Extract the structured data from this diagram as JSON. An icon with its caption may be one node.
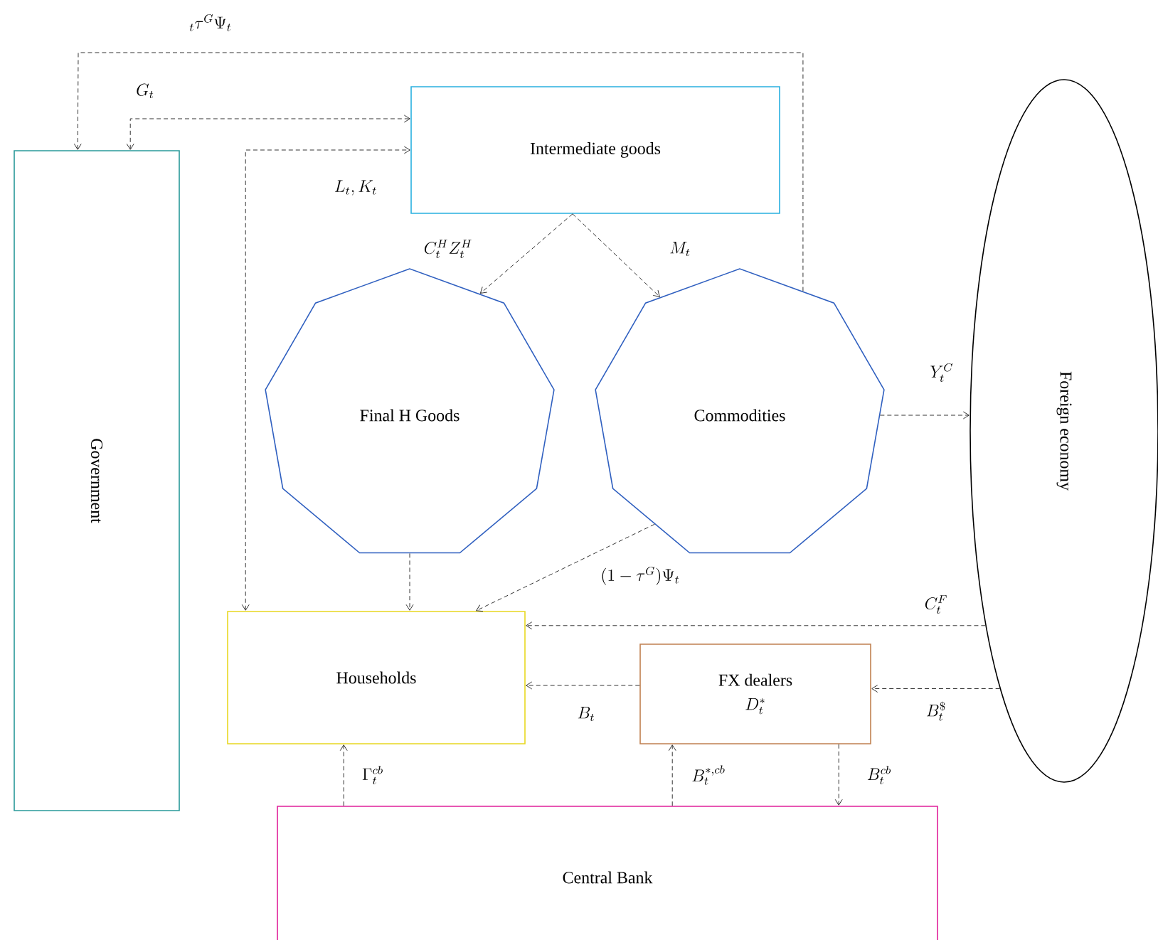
{
  "diagram": {
    "nodes": [
      {
        "text": [
          "Government"
        ]
      },
      {
        "text": [
          "Intermediate goods"
        ]
      },
      {
        "text": [
          "Final H Goods"
        ]
      },
      {
        "text": [
          "Commodities"
        ]
      },
      {
        "text": [
          "Foreign economy"
        ]
      },
      {
        "text": [
          "Households"
        ]
      },
      {
        "text": [
          "FX dealers",
          "D_t^*"
        ]
      },
      {
        "text": [
          "Central Bank"
        ]
      }
    ],
    "edges": [
      {
        "from": 3,
        "to": 0,
        "arrow": "to",
        "style": "dashed",
        "label": "{}_t\\tau^{G}\\Psi_t"
      },
      {
        "from": 0,
        "to": 1,
        "arrow": "both",
        "style": "dashed",
        "label": "G_t"
      },
      {
        "from": 5,
        "to": 1,
        "arrow": "both",
        "style": "dashed",
        "label": "L_t, K_t"
      },
      {
        "from": 1,
        "to": 2,
        "arrow": "to",
        "style": "dashed",
        "label": "C_t^H Z_t^H"
      },
      {
        "from": 1,
        "to": 3,
        "arrow": "to",
        "style": "dashed",
        "label": "M_t"
      },
      {
        "from": 3,
        "to": 4,
        "arrow": "to",
        "style": "dashed",
        "label": "Y_t^C"
      },
      {
        "from": 2,
        "to": 5,
        "arrow": "to",
        "style": "dashed"
      },
      {
        "from": 3,
        "to": 5,
        "arrow": "to",
        "style": "dashed",
        "label": "(1-\\tau^{G})\\Psi_t"
      },
      {
        "from": 4,
        "to": 5,
        "arrow": "to",
        "style": "dashed",
        "label": "C_t^F"
      },
      {
        "from": 6,
        "to": 5,
        "arrow": "to",
        "style": "dashed",
        "label": "B_t"
      },
      {
        "from": 4,
        "to": 6,
        "arrow": "to",
        "style": "dashed",
        "label": "B_t^{\\$}"
      },
      {
        "from": 7,
        "to": 5,
        "arrow": "to",
        "style": "dashed",
        "label": "\\Gamma_t^{cb}"
      },
      {
        "from": 7,
        "to": 6,
        "arrow": "to",
        "style": "dashed",
        "label": "B_t^{*,cb}"
      },
      {
        "from": 6,
        "to": 7,
        "arrow": "to",
        "style": "dashed",
        "label": "B_t^{cb}"
      }
    ]
  }
}
